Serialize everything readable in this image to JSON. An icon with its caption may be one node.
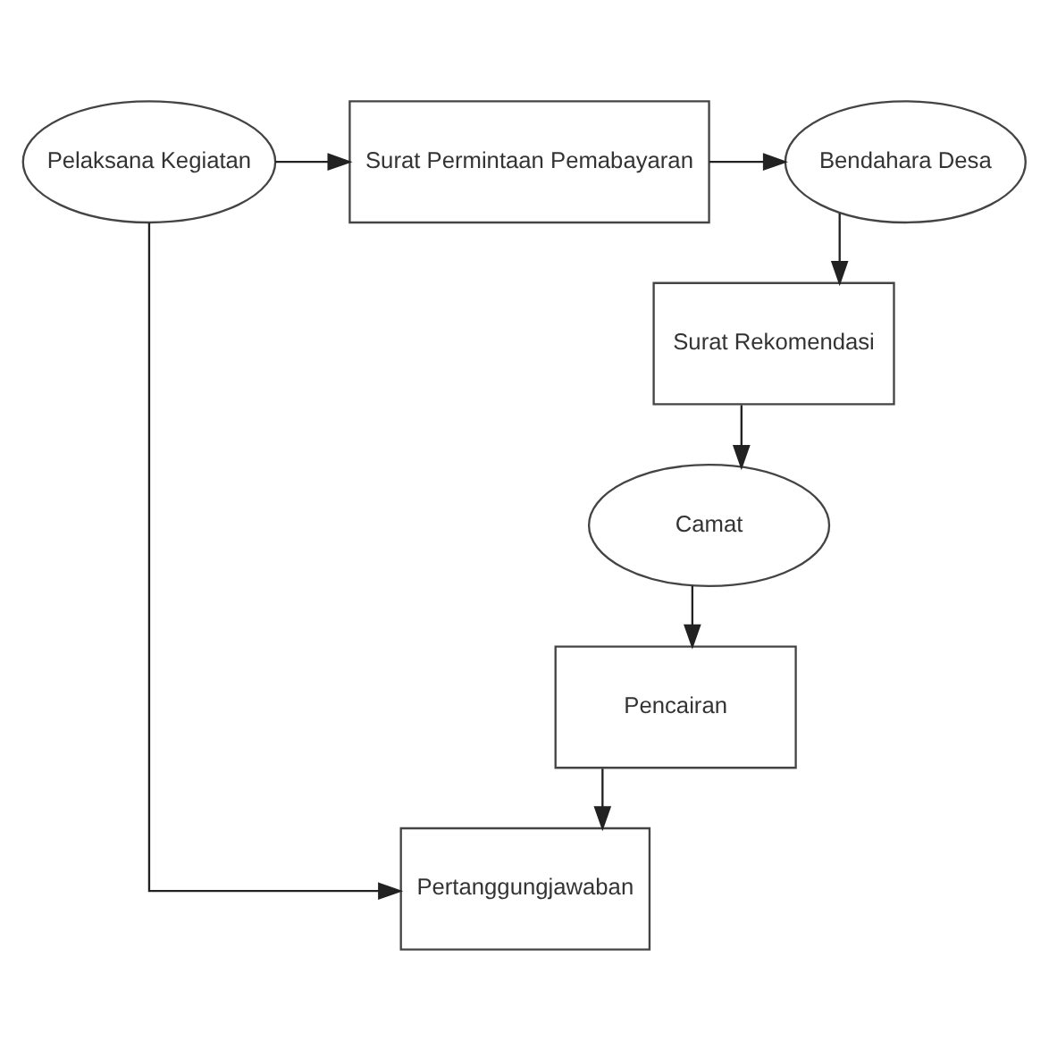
{
  "diagram": {
    "nodes": [
      {
        "text": [
          "Pelaksana Kegiatan"
        ]
      },
      {
        "text": [
          "Surat Permintaan Pemabayaran"
        ]
      },
      {
        "text": [
          "Bendahara Desa"
        ]
      },
      {
        "text": [
          "Surat Rekomendasi"
        ]
      },
      {
        "text": [
          "Camat"
        ]
      },
      {
        "text": [
          "Pencairan"
        ]
      },
      {
        "text": [
          "Pertanggungjawaban"
        ]
      }
    ],
    "edges": [
      {
        "from": 0,
        "to": 1,
        "arrow": "to"
      },
      {
        "from": 1,
        "to": 2,
        "arrow": "to"
      },
      {
        "from": 2,
        "to": 3,
        "arrow": "to"
      },
      {
        "from": 3,
        "to": 4,
        "arrow": "to"
      },
      {
        "from": 4,
        "to": 5,
        "arrow": "to"
      },
      {
        "from": 5,
        "to": 6,
        "arrow": "to"
      },
      {
        "from": 0,
        "to": 6,
        "arrow": "to"
      }
    ]
  }
}
